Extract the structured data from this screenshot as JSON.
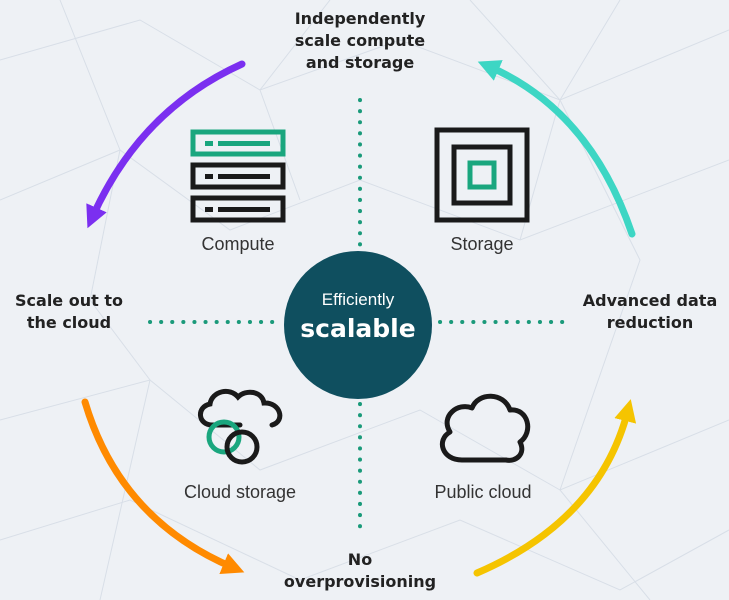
{
  "center": {
    "line1": "Efficiently",
    "line2": "scalable"
  },
  "outer_labels": {
    "top": [
      "Independently",
      "scale compute",
      "and storage"
    ],
    "left": [
      "Scale out to",
      "the cloud"
    ],
    "right": [
      "Advanced data",
      "reduction"
    ],
    "bottom": [
      "No",
      "overprovisioning"
    ]
  },
  "quadrants": {
    "compute": {
      "label": "Compute",
      "icon": "server-stack-icon"
    },
    "storage": {
      "label": "Storage",
      "icon": "storage-square-icon"
    },
    "cloud_storage": {
      "label": "Cloud storage",
      "icon": "cloud-storage-icon"
    },
    "public_cloud": {
      "label": "Public cloud",
      "icon": "cloud-icon"
    }
  },
  "colors": {
    "center_fill": "#0f4f5f",
    "dots": "#1a9a7a",
    "accent_green": "#1aa67e",
    "arrow_top_left": "#7b2ff0",
    "arrow_top_right": "#3dd6c4",
    "arrow_bottom_left": "#ff8a00",
    "arrow_bottom_right": "#f5c400"
  }
}
